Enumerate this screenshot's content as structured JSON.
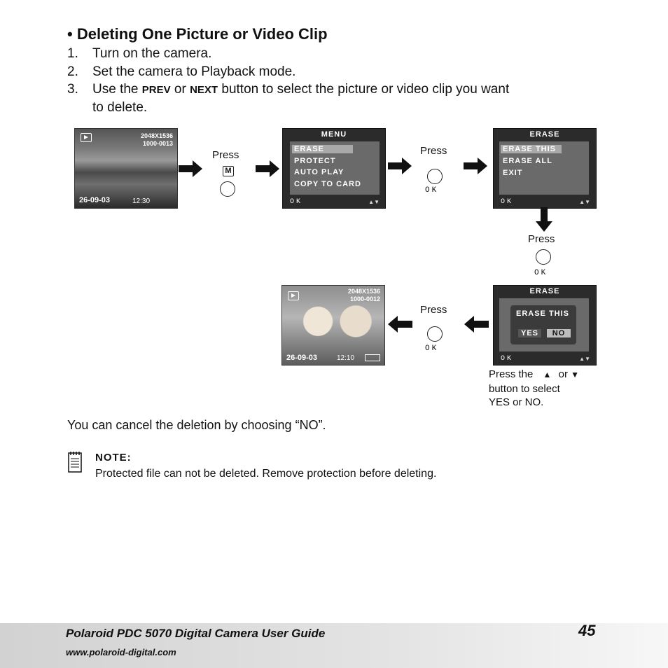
{
  "heading": "• Deleting One Picture or Video Clip",
  "steps": {
    "s1_num": "1.",
    "s1_text": "Turn on the camera.",
    "s2_num": "2.",
    "s2_text": "Set the camera to Playback mode.",
    "s3_num": "3.",
    "s3_pre": "Use the ",
    "s3_prev": "PREV",
    "s3_or": " or ",
    "s3_next": "NEXT",
    "s3_post": " button to select the picture or video clip you want",
    "s3_cont": "to delete."
  },
  "diagram": {
    "press": "Press",
    "m_key": "M",
    "ok": "OK",
    "photo1": {
      "resolution": "2048X1536",
      "file": "1000-0013",
      "date": "26-09-03",
      "time": "12:30"
    },
    "photo2": {
      "resolution": "2048X1536",
      "file": "1000-0012",
      "date": "26-09-03",
      "time": "12:10"
    },
    "menu_screen": {
      "title": "MENU",
      "items": [
        "ERASE",
        "PROTECT",
        "AUTO PLAY",
        "COPY TO CARD"
      ],
      "ok": "OK",
      "updown": "▲▼"
    },
    "erase_screen": {
      "title": "ERASE",
      "items": [
        "ERASE THIS",
        "ERASE ALL",
        "EXIT"
      ],
      "ok": "OK",
      "updown": "▲▼"
    },
    "confirm_screen": {
      "title": "ERASE",
      "prompt": "ERASE THIS",
      "yes": "YES",
      "no": "NO",
      "ok": "OK",
      "updown": "▲▼"
    },
    "caption": {
      "l1a": "Press the",
      "up": "▲",
      "or": "or",
      "down": "▼",
      "l2": "button to select",
      "l3": "YES or NO."
    }
  },
  "cancel_text": "You can cancel the deletion by choosing “NO”.",
  "note": {
    "label": "NOTE:",
    "text": "Protected file can not be deleted. Remove protection before deleting."
  },
  "footer": {
    "title": "Polaroid PDC 5070 Digital Camera User Guide",
    "url": "www.polaroid-digital.com",
    "page": "45"
  }
}
